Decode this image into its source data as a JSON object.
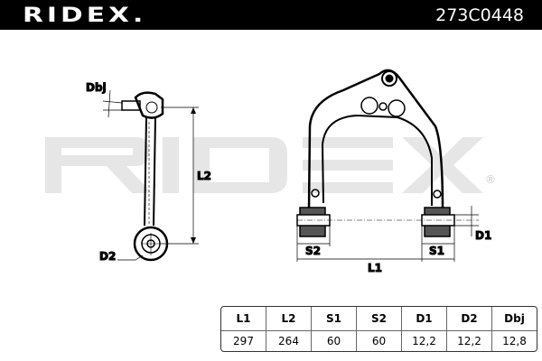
{
  "header": {
    "brand": "RIDEX.",
    "part_number": "273C0448"
  },
  "watermark": {
    "text": "RIDEX",
    "registered": "®"
  },
  "diagram": {
    "labels": {
      "dbj": "Dbj",
      "l2": "L2",
      "d2": "D2",
      "s2": "S2",
      "s1": "S1",
      "d1": "D1",
      "l1": "L1"
    }
  },
  "specs": {
    "headers": [
      "L1",
      "L2",
      "S1",
      "S2",
      "D1",
      "D2",
      "Dbj"
    ],
    "values": [
      "297",
      "264",
      "60",
      "60",
      "12,2",
      "12,2",
      "12,8"
    ]
  }
}
